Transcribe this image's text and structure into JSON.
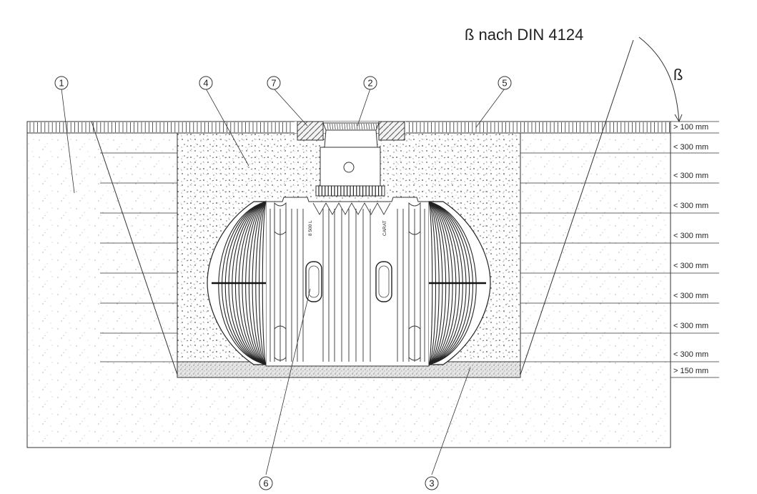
{
  "diagram": {
    "title": "ß nach DIN  4124",
    "beta_symbol": "ß",
    "callouts": [
      "1",
      "2",
      "3",
      "4",
      "5",
      "6",
      "7"
    ],
    "tank_marks": [
      "CARAT",
      "8 500 L"
    ],
    "dimensions": [
      "> 100 mm",
      "< 300 mm",
      "< 300 mm",
      "< 300 mm",
      "< 300 mm",
      "< 300 mm",
      "< 300 mm",
      "< 300 mm",
      "< 300 mm",
      "> 150 mm"
    ]
  }
}
